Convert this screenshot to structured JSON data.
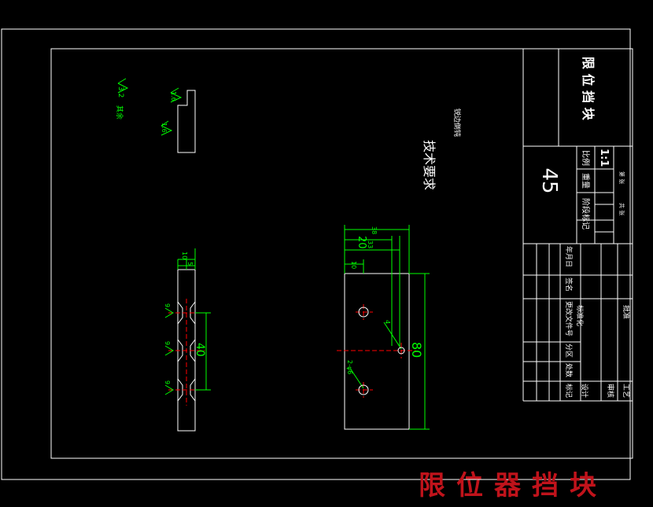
{
  "title_block": {
    "part_name": "限 位 挡 块",
    "material": "45",
    "scale_label": "比例",
    "scale_value": "1:1",
    "weight_label": "重量",
    "mark_label": "阶段标记",
    "sheets_1": "共 张",
    "sheets_2": "第 张",
    "grid": {
      "col1": [
        "标记",
        "设计"
      ],
      "col2": [
        "处数",
        ""
      ],
      "col3": [
        "分区",
        ""
      ],
      "col4": [
        "更改文件号",
        "标准化"
      ],
      "col5": [
        "签名",
        ""
      ],
      "col6": [
        "年月日",
        ""
      ],
      "col7": [
        "审核",
        "工艺"
      ],
      "col8": [
        "批准"
      ]
    }
  },
  "notes": {
    "tech_req_title": "技术要求",
    "tech_req_body": "锐边倒钝",
    "surface_rest": "其余",
    "surface_rest_value": "3.2",
    "roughness_small": "1.6"
  },
  "dimensions": {
    "side_view": {
      "width_top": "10",
      "width_small": "5",
      "height": "40",
      "hole_vals": [
        "9",
        "9",
        "9"
      ]
    },
    "front_view": {
      "total": "38",
      "mid": "20",
      "mid_alt": "33",
      "small": "10",
      "height": "80",
      "hole_d": "4",
      "holes": "2-φ6"
    }
  },
  "watermark": "限位器挡块",
  "colors": {
    "line": "#ffffff",
    "dim": "#00ff00",
    "center": "#ff0000",
    "dim_text": "#00ff00",
    "watermark": "#c0131b"
  }
}
